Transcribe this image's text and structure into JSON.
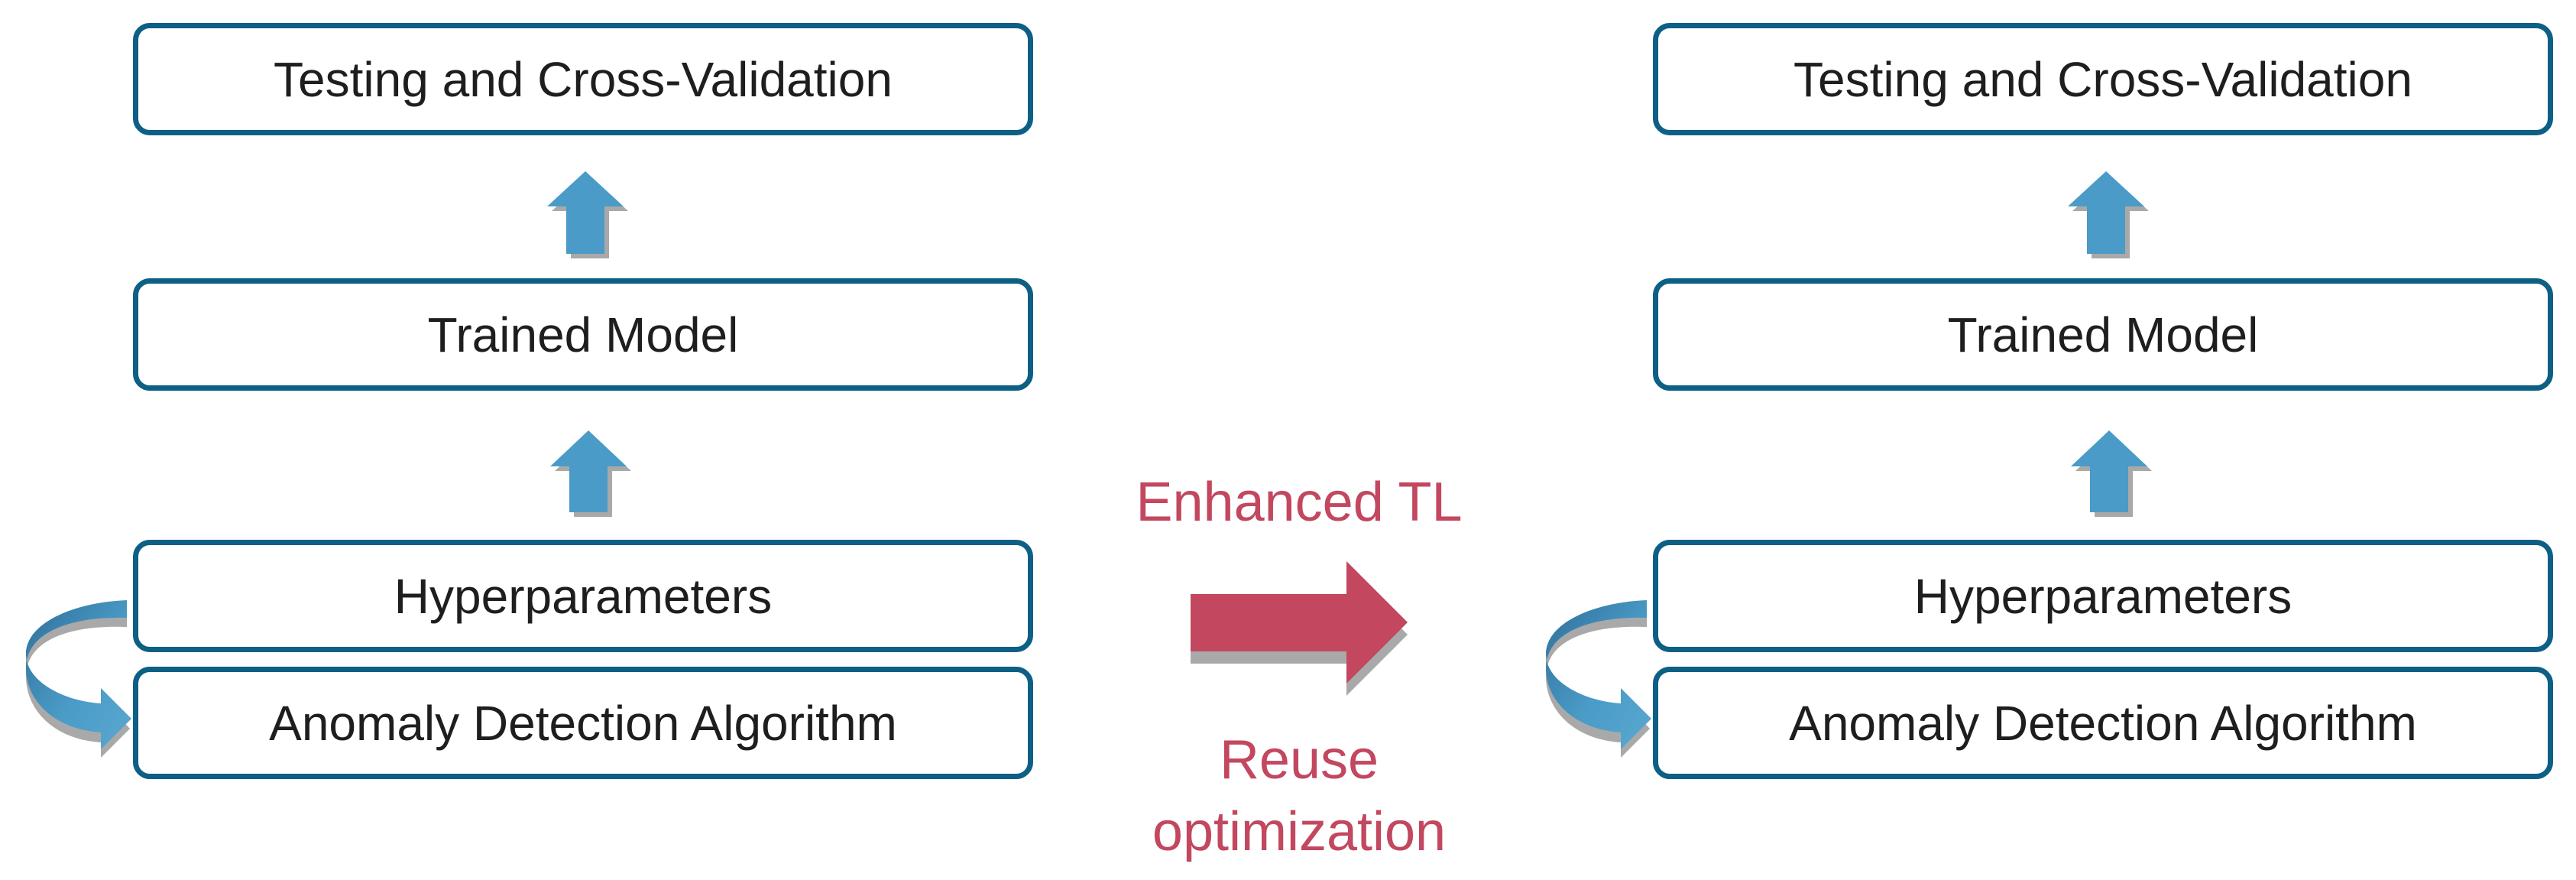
{
  "left_stack": {
    "testing": "Testing and Cross-Validation",
    "model": "Trained Model",
    "hyper": "Hyperparameters",
    "algorithm": "Anomaly Detection Algorithm"
  },
  "right_stack": {
    "testing": "Testing and Cross-Validation",
    "model": "Trained Model",
    "hyper": "Hyperparameters",
    "algorithm": "Anomaly Detection Algorithm"
  },
  "transfer": {
    "top_label": "Enhanced TL",
    "bottom_label_line1": "Reuse",
    "bottom_label_line2": "optimization"
  },
  "colors": {
    "box_border": "#0d5f86",
    "up_arrow": "#4a9bc7",
    "transfer_arrow": "#c2475f",
    "transfer_text": "#c2475f"
  },
  "icons": {
    "up_arrow": "up-arrow-icon",
    "loop_arrow": "curved-loop-arrow-icon",
    "transfer_arrow": "right-arrow-icon"
  }
}
